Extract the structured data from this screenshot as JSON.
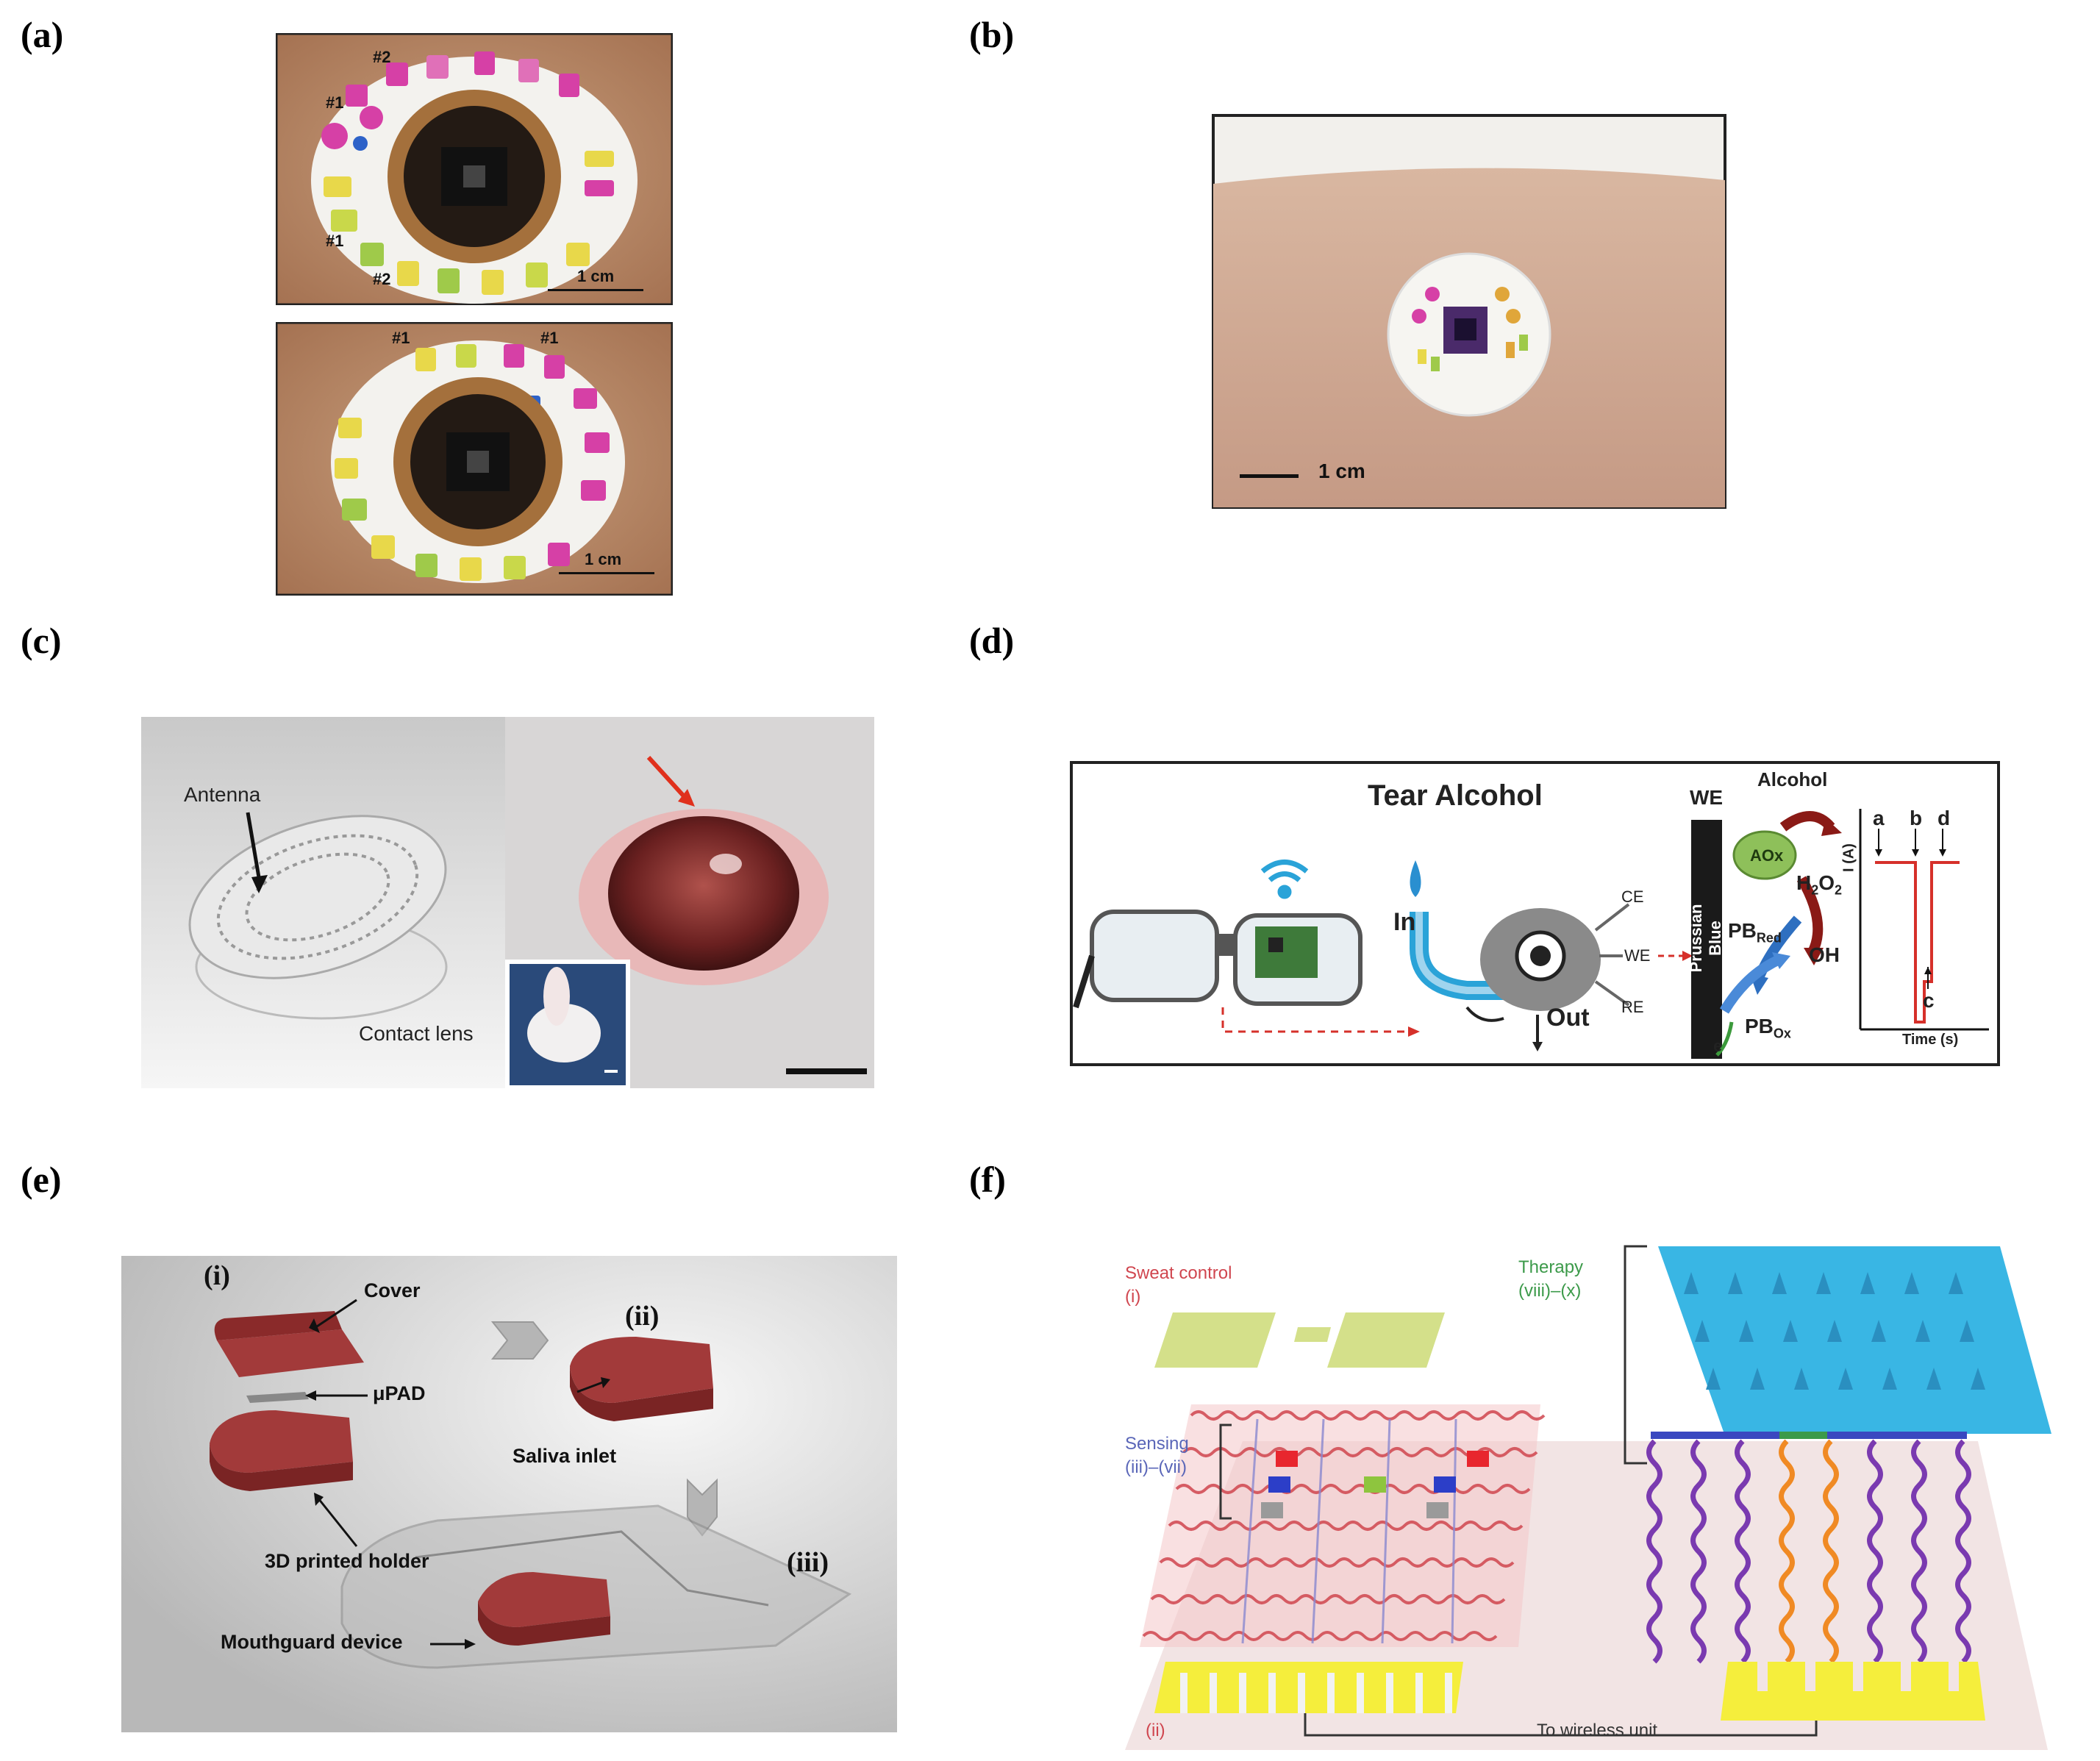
{
  "panels": {
    "a": {
      "label": "(a)",
      "top_photo": {
        "marks": [
          "#2",
          "#1",
          "#1",
          "#2"
        ],
        "scale": "1 cm"
      },
      "bottom_photo": {
        "marks": [
          "#1",
          "#1"
        ],
        "scale": "1 cm"
      }
    },
    "b": {
      "label": "(b)",
      "scale": "1 cm"
    },
    "c": {
      "label": "(c)",
      "antenna": "Antenna",
      "lens": "Contact lens"
    },
    "d": {
      "label": "(d)",
      "title": "Tear Alcohol",
      "inlet": "In",
      "outlet": "Out",
      "electrodes": [
        "CE",
        "WE",
        "RE"
      ],
      "we_header": "WE",
      "prussian": "Prussian Blue",
      "alcohol": "Alcohol",
      "aox": "AOx",
      "h2o2": "H",
      "h2o2_sub1": "2",
      "h2o2_o": "O",
      "h2o2_sub2": "2",
      "oh": "OH",
      "pb_red": "PB",
      "pb_red_sub": "Red",
      "pb_ox": "PB",
      "pb_ox_sub": "Ox",
      "electron": "e",
      "plot_ylabel": "I (A)",
      "plot_xlabel": "Time (s)",
      "plot_marks": [
        "a",
        "b",
        "d",
        "c"
      ]
    },
    "e": {
      "label": "(e)",
      "step1": "(i)",
      "step2": "(ii)",
      "step3": "(iii)",
      "cover": "Cover",
      "upad": "μPAD",
      "holder": "3D printed holder",
      "saliva": "Saliva inlet",
      "mouthguard": "Mouthguard device"
    },
    "f": {
      "label": "(f)",
      "sweat": "Sweat control",
      "sweat_num": "(i)",
      "therapy": "Therapy",
      "therapy_num": "(viii)–(x)",
      "sensing": "Sensing",
      "sensing_num": "(iii)–(vii)",
      "substrate": "(ii)",
      "wireless": "To wireless unit"
    }
  },
  "colors": {
    "skin": "#b98a6a",
    "magenta": "#d640a6",
    "yellow": "#e8d84a",
    "green": "#9fca4a",
    "copper": "#a4703c",
    "mouth_red": "#a23a3a",
    "patch_cyan": "#39b6e4",
    "sweat_red": "#d0464f",
    "therapy_green": "#3c9a4a",
    "sensing_blue": "#5a66b8"
  }
}
